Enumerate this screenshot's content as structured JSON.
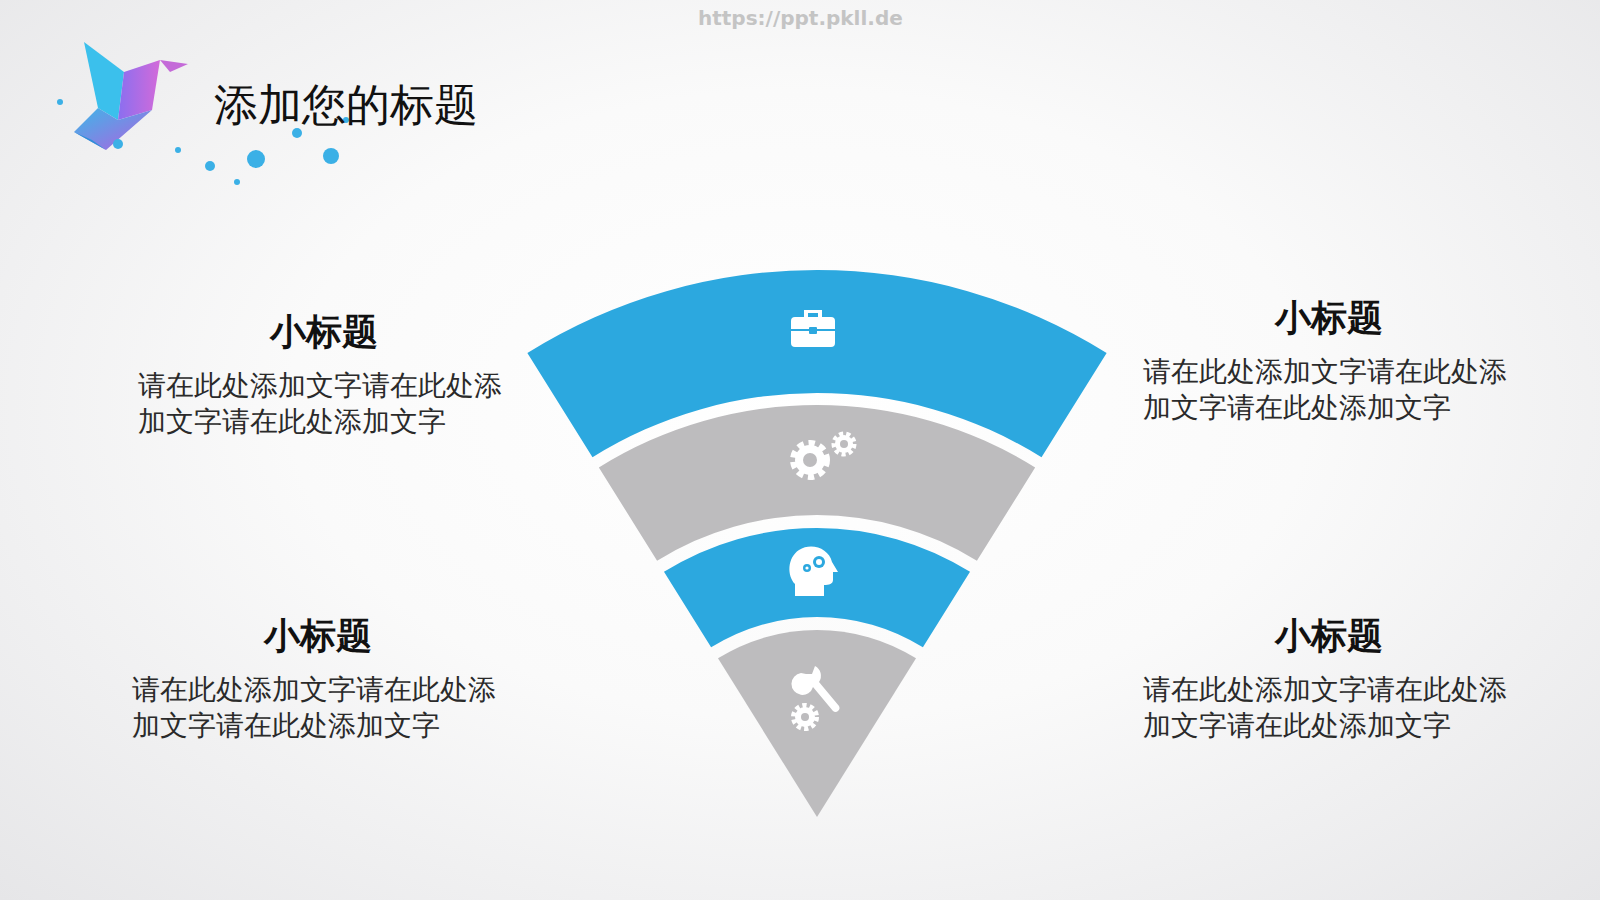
{
  "diagram": {
    "title": "添加您的标题",
    "labels": [
      "https://ppt.pkll.de",
      "小标题",
      "请在此处添加文字请在此处添加文字请在此处添加文字",
      "小标题",
      "请在此处添加文字请在此处添加文字请在此处添加文字",
      "小标题",
      "请在此处添加文字请在此处添加文字请在此处添加文字",
      "小标题",
      "请在此处添加文字请在此处添加文字请在此处添加文字"
    ]
  }
}
